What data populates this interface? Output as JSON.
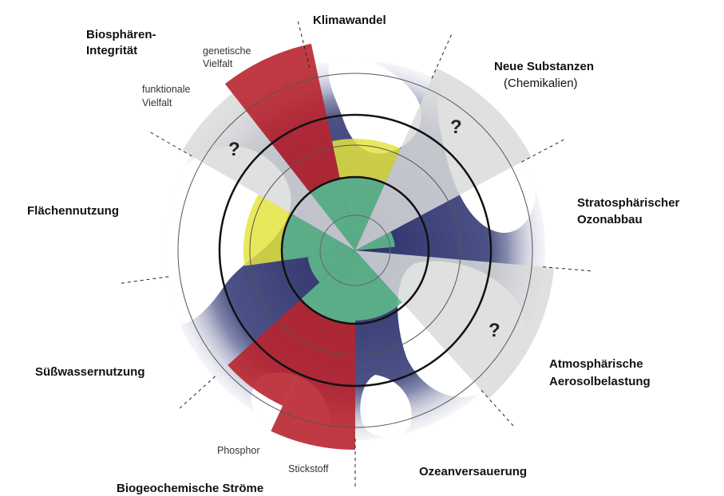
{
  "labels": {
    "klimawandel": "Klimawandel",
    "neue_substanzen": "Neue Substanzen",
    "chemikalien": "(Chemikalien)",
    "stratospharisch_1": "Stratosphärischer",
    "stratospharisch_2": "Ozonabbau",
    "aerosol_1": "Atmosphärische",
    "aerosol_2": "Aerosolbelastung",
    "ozeanversauerung": "Ozeanversauerung",
    "biogeochemisch": "Biogeochemische Ströme",
    "stickstoff": "Stickstoff",
    "phosphor": "Phosphor",
    "susswasser": "Süßwassernutzung",
    "flaechen": "Flächennutzung",
    "biosphaere_1": "Biosphären-",
    "biosphaere_2": "Integrität",
    "genetisch_1": "genetische",
    "genetisch_2": "Vielfalt",
    "funktional_1": "funktionale",
    "funktional_2": "Vielfalt",
    "unknown_mark": "?"
  },
  "colors": {
    "safe": "#5fb98a",
    "increasing_risk": "#e3e43f",
    "high_risk": "#b8252f",
    "unquantified": "#d9dadb",
    "earth_ocean": "#1e2460",
    "earth_land": "#ffffff"
  },
  "boundaries": [
    {
      "name": "Klimawandel",
      "status": "increasing_risk"
    },
    {
      "name": "Neue Substanzen",
      "status": "unquantified"
    },
    {
      "name": "Stratosphärischer Ozonabbau",
      "status": "safe"
    },
    {
      "name": "Atmosphärische Aerosolbelastung",
      "status": "unquantified"
    },
    {
      "name": "Ozeanversauerung",
      "status": "safe"
    },
    {
      "name": "Biogeochemische Ströme – Stickstoff",
      "status": "high_risk"
    },
    {
      "name": "Biogeochemische Ströme – Phosphor",
      "status": "high_risk"
    },
    {
      "name": "Süßwassernutzung",
      "status": "safe"
    },
    {
      "name": "Flächennutzung",
      "status": "increasing_risk"
    },
    {
      "name": "Biosphären-Integrität – genetische Vielfalt",
      "status": "high_risk"
    },
    {
      "name": "Biosphären-Integrität – funktionale Vielfalt",
      "status": "unquantified"
    }
  ]
}
